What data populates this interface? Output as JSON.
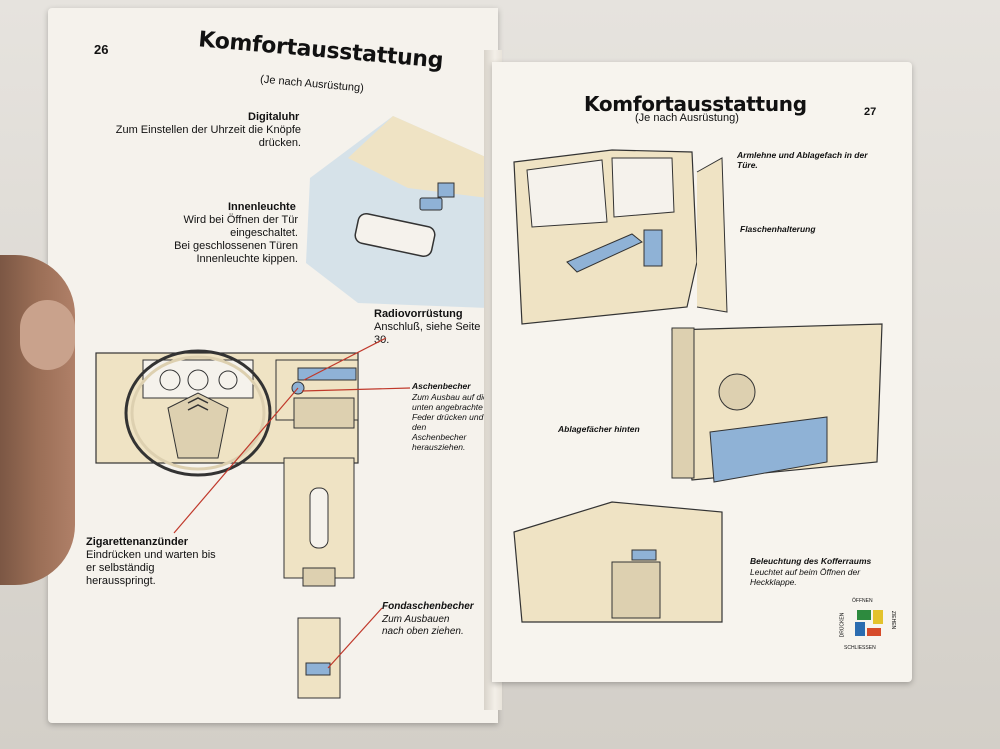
{
  "left_page": {
    "page_number": "26",
    "title": "Komfortausstattung",
    "subtitle": "(Je nach Ausrüstung)",
    "items": {
      "digitaluhr": {
        "heading": "Digitaluhr",
        "text": [
          "Zum Einstellen der Uhrzeit die Knöpfe",
          "drücken."
        ]
      },
      "innenleuchte": {
        "heading": "Innenleuchte",
        "text": [
          "Wird bei Öffnen der Tür",
          "eingeschaltet.",
          "Bei geschlossenen Türen",
          "Innenleuchte kippen."
        ]
      },
      "radiovorruestung": {
        "heading": "Radiovorrüstung",
        "text": [
          "Anschluß, siehe Seite 30."
        ]
      },
      "aschenbecher": {
        "heading": "Aschenbecher",
        "text": [
          "Zum Ausbau auf die",
          "unten angebrachte",
          "Feder drücken und den",
          "Aschenbecher",
          "herausziehen."
        ]
      },
      "zigarettenanzuender": {
        "heading": "Zigarettenanzünder",
        "text": [
          "Eindrücken und warten bis",
          "er selbständig",
          "herausspringt."
        ]
      },
      "fondaschenbecher": {
        "heading": "Fondaschenbecher",
        "text": [
          "Zum Ausbauen",
          "nach oben ziehen."
        ]
      }
    }
  },
  "right_page": {
    "page_number": "27",
    "title": "Komfortausstattung",
    "subtitle": "(Je nach Ausrüstung)",
    "items": {
      "armlehne": {
        "heading": [
          "Armlehne und Ablagefach in der",
          "Türe."
        ]
      },
      "flaschenhalterung": {
        "heading": "Flaschenhalterung"
      },
      "ablagefaecher": {
        "heading": "Ablagefächer hinten"
      },
      "beleuchtung": {
        "heading": "Beleuchtung des Kofferraums",
        "text": [
          "Leuchtet auf beim Öffnen der",
          "Heckklappe."
        ]
      }
    },
    "legend": {
      "top": "ÖFFNEN",
      "right": "ZIEHEN",
      "bottom": "SCHLIESSEN",
      "left": "DRÜCKEN"
    }
  },
  "colors": {
    "paper": "#f5f2ec",
    "highlight_blue": "#8fb2d6",
    "leader_red": "#c0392b",
    "sketch_tan": "#efe3c4"
  }
}
